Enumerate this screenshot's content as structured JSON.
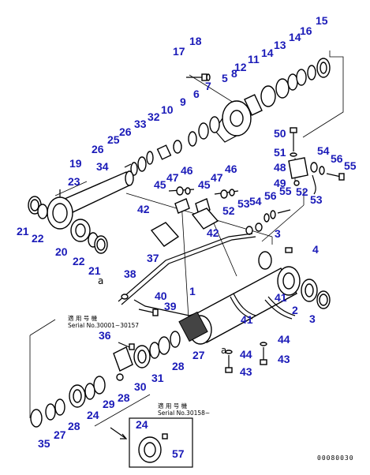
{
  "callouts": [
    {
      "id": "c17",
      "text": "17"
    },
    {
      "id": "c18",
      "text": "18"
    },
    {
      "id": "c15",
      "text": "15"
    },
    {
      "id": "c16",
      "text": "16"
    },
    {
      "id": "c14a",
      "text": "14"
    },
    {
      "id": "c13",
      "text": "13"
    },
    {
      "id": "c14b",
      "text": "14"
    },
    {
      "id": "c11",
      "text": "11"
    },
    {
      "id": "c12",
      "text": "12"
    },
    {
      "id": "c8",
      "text": "8"
    },
    {
      "id": "c5",
      "text": "5"
    },
    {
      "id": "c7",
      "text": "7"
    },
    {
      "id": "c6",
      "text": "6"
    },
    {
      "id": "c9",
      "text": "9"
    },
    {
      "id": "c10",
      "text": "10"
    },
    {
      "id": "c32",
      "text": "32"
    },
    {
      "id": "c33",
      "text": "33"
    },
    {
      "id": "c26a",
      "text": "26"
    },
    {
      "id": "c25",
      "text": "25"
    },
    {
      "id": "c26b",
      "text": "26"
    },
    {
      "id": "c19",
      "text": "19"
    },
    {
      "id": "c34",
      "text": "34"
    },
    {
      "id": "c50",
      "text": "50"
    },
    {
      "id": "c51",
      "text": "51"
    },
    {
      "id": "c48",
      "text": "48"
    },
    {
      "id": "c54a",
      "text": "54"
    },
    {
      "id": "c56a",
      "text": "56"
    },
    {
      "id": "c55a",
      "text": "55"
    },
    {
      "id": "c49",
      "text": "49"
    },
    {
      "id": "c52a",
      "text": "52"
    },
    {
      "id": "c53a",
      "text": "53"
    },
    {
      "id": "c47a",
      "text": "47"
    },
    {
      "id": "c46a",
      "text": "46"
    },
    {
      "id": "c45a",
      "text": "45"
    },
    {
      "id": "c47b",
      "text": "47"
    },
    {
      "id": "c46b",
      "text": "46"
    },
    {
      "id": "c45b",
      "text": "45"
    },
    {
      "id": "c23",
      "text": "23"
    },
    {
      "id": "c52b",
      "text": "52"
    },
    {
      "id": "c53b",
      "text": "53"
    },
    {
      "id": "c54b",
      "text": "54"
    },
    {
      "id": "c56b",
      "text": "56"
    },
    {
      "id": "c55b",
      "text": "55"
    },
    {
      "id": "c42a",
      "text": "42"
    },
    {
      "id": "c42b",
      "text": "42"
    },
    {
      "id": "c21a",
      "text": "21"
    },
    {
      "id": "c22a",
      "text": "22"
    },
    {
      "id": "c20",
      "text": "20"
    },
    {
      "id": "c22b",
      "text": "22"
    },
    {
      "id": "c21b",
      "text": "21"
    },
    {
      "id": "c3a",
      "text": "3"
    },
    {
      "id": "c4",
      "text": "4"
    },
    {
      "id": "c37",
      "text": "37"
    },
    {
      "id": "c38",
      "text": "38"
    },
    {
      "id": "c1",
      "text": "1"
    },
    {
      "id": "c41a",
      "text": "41"
    },
    {
      "id": "c2",
      "text": "2"
    },
    {
      "id": "c3b",
      "text": "3"
    },
    {
      "id": "c40",
      "text": "40"
    },
    {
      "id": "c39",
      "text": "39"
    },
    {
      "id": "c41b",
      "text": "41"
    },
    {
      "id": "c36",
      "text": "36"
    },
    {
      "id": "c27a",
      "text": "27"
    },
    {
      "id": "c44a",
      "text": "44"
    },
    {
      "id": "c44b",
      "text": "44"
    },
    {
      "id": "c43a",
      "text": "43"
    },
    {
      "id": "c43b",
      "text": "43"
    },
    {
      "id": "c28a",
      "text": "28"
    },
    {
      "id": "c31",
      "text": "31"
    },
    {
      "id": "c30",
      "text": "30"
    },
    {
      "id": "c28b",
      "text": "28"
    },
    {
      "id": "c29",
      "text": "29"
    },
    {
      "id": "c24a",
      "text": "24"
    },
    {
      "id": "c28c",
      "text": "28"
    },
    {
      "id": "c27b",
      "text": "27"
    },
    {
      "id": "c35",
      "text": "35"
    },
    {
      "id": "c24b",
      "text": "24"
    },
    {
      "id": "c57",
      "text": "57"
    }
  ],
  "point_label_a1": "a",
  "point_label_a2": "a",
  "applicability_note_1": {
    "heading": "適 用 号 機",
    "serial": "Serial No.30001~30157"
  },
  "applicability_note_2": {
    "heading": "適 用 号 機",
    "serial": "Serial No.30158~"
  },
  "drawing_number": "00080030"
}
